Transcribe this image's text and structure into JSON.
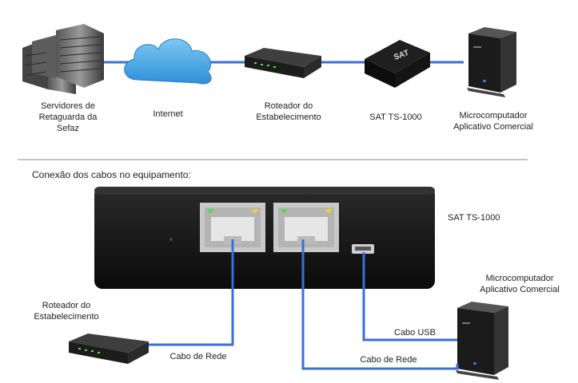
{
  "top_diagram": {
    "nodes": [
      {
        "id": "servers",
        "label": "Servidores de\nRetaguarda da\nSefaz",
        "icon": "server-rack-icon"
      },
      {
        "id": "internet",
        "label": "Internet",
        "icon": "cloud-icon"
      },
      {
        "id": "router",
        "label": "Roteador do\nEstabelecimento",
        "icon": "router-icon"
      },
      {
        "id": "sat",
        "label": "SAT TS-1000",
        "icon": "sat-device-icon"
      },
      {
        "id": "pc",
        "label": "Microcomputador\nAplicativo Comercial",
        "icon": "desktop-tower-icon"
      }
    ],
    "link_color": "#3a6fd8"
  },
  "section_title": "Conexão dos cabos no equipamento:",
  "bottom_diagram": {
    "device_label": "SAT TS-1000",
    "router_label": "Roteador do\nEstabelecimento",
    "pc_label": "Microcomputador\nAplicativo Comercial",
    "cable_usb_label": "Cabo USB",
    "cable_lan1_label": "Cabo de Rede",
    "cable_lan2_label": "Cabo de Rede",
    "port_led_green": "#5fd35f",
    "port_led_yellow": "#e8d23a"
  },
  "colors": {
    "cable": "#3a6fd8",
    "device_body": "#151515"
  }
}
